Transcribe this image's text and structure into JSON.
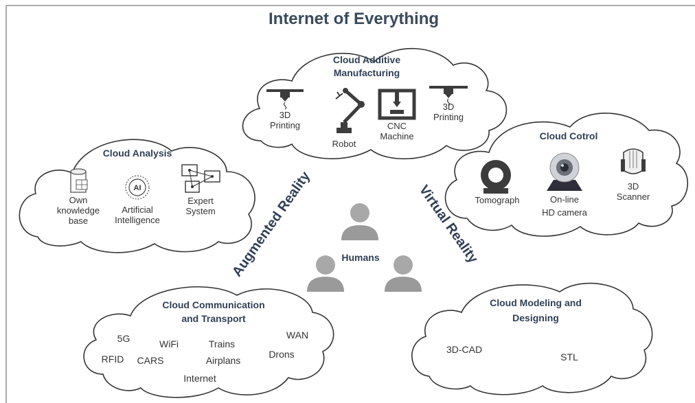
{
  "title": "Internet of Everything",
  "additive": {
    "title_1": "Cloud Additive",
    "title_2": "Manufacturing",
    "print_left_1": "3D",
    "print_left_2": "Printing",
    "robot": "Robot",
    "cnc_1": "CNC",
    "cnc_2": "Machine",
    "print_right_1": "3D",
    "print_right_2": "Printing"
  },
  "analysis": {
    "title": "Cloud Analysis",
    "kb_1": "Own",
    "kb_2": "knowledge",
    "kb_3": "base",
    "ai_badge": "AI",
    "ai_1": "Artificial",
    "ai_2": "Intelligence",
    "es_1": "Expert",
    "es_2": "System"
  },
  "control": {
    "title": "Cloud Cotrol",
    "tomograph": "Tomograph",
    "cam_1": "On-line",
    "cam_2": "HD camera",
    "scan_1": "3D",
    "scan_2": "Scanner"
  },
  "humans": "Humans",
  "ar": "Augmented Reality",
  "vr": "Virtual Reality",
  "communication": {
    "title_1": "Cloud Communication",
    "title_2": "and Transport",
    "items": {
      "g5": "5G",
      "wifi": "WiFi",
      "trains": "Trains",
      "wan": "WAN",
      "rfid": "RFID",
      "cars": "CARS",
      "airplans": "Airplans",
      "drons": "Drons",
      "internet": "Internet"
    }
  },
  "modeling": {
    "title_1": "Cloud Modeling and",
    "title_2": "Designing",
    "cad": "3D-CAD",
    "stl": "STL"
  }
}
